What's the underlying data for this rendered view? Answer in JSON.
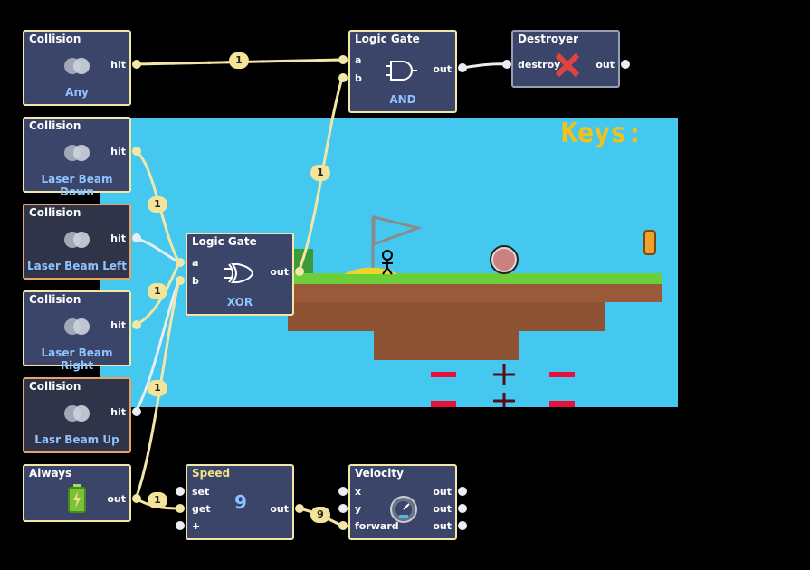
{
  "nodes": {
    "collision_any": {
      "title": "Collision",
      "port": "hit",
      "sub": "Any"
    },
    "logic_and": {
      "title": "Logic Gate",
      "port_a": "a",
      "port_b": "b",
      "port_out": "out",
      "sub": "AND"
    },
    "destroyer": {
      "title": "Destroyer",
      "port_in": "destroy",
      "port_out": "out"
    },
    "collision_down": {
      "title": "Collision",
      "port": "hit",
      "sub": "Laser Beam Down"
    },
    "collision_left": {
      "title": "Collision",
      "port": "hit",
      "sub": "Laser Beam Left"
    },
    "collision_right": {
      "title": "Collision",
      "port": "hit",
      "sub": "Laser Beam Right"
    },
    "collision_up": {
      "title": "Collision",
      "port": "hit",
      "sub": "Lasr Beam Up"
    },
    "logic_xor": {
      "title": "Logic Gate",
      "port_a": "a",
      "port_b": "b",
      "port_out": "out",
      "sub": "XOR"
    },
    "always": {
      "title": "Always",
      "port_out": "out"
    },
    "speed": {
      "title": "Speed",
      "port_set": "set",
      "port_get": "get",
      "port_plus": "+",
      "port_out": "out",
      "value": "9"
    },
    "velocity": {
      "title": "Velocity",
      "port_x": "x",
      "port_y": "y",
      "port_forward": "forward",
      "out1": "out",
      "out2": "out",
      "out3": "out"
    }
  },
  "badges": {
    "b1": "1",
    "b2": "1",
    "b3": "1",
    "b4": "1",
    "b5": "1",
    "b6": "1",
    "b7": "9"
  },
  "game": {
    "keys_label": "Keys:"
  },
  "colors": {
    "node_bg": "#3b4569",
    "node_border": "#f2e7a6",
    "selected_border": "#e8a468",
    "wire": "#f2e7a6",
    "sub_text": "#8fc3ff",
    "sky": "#45c8f0",
    "grass": "#6ccf3a",
    "dirt": "#9a5a3a"
  }
}
